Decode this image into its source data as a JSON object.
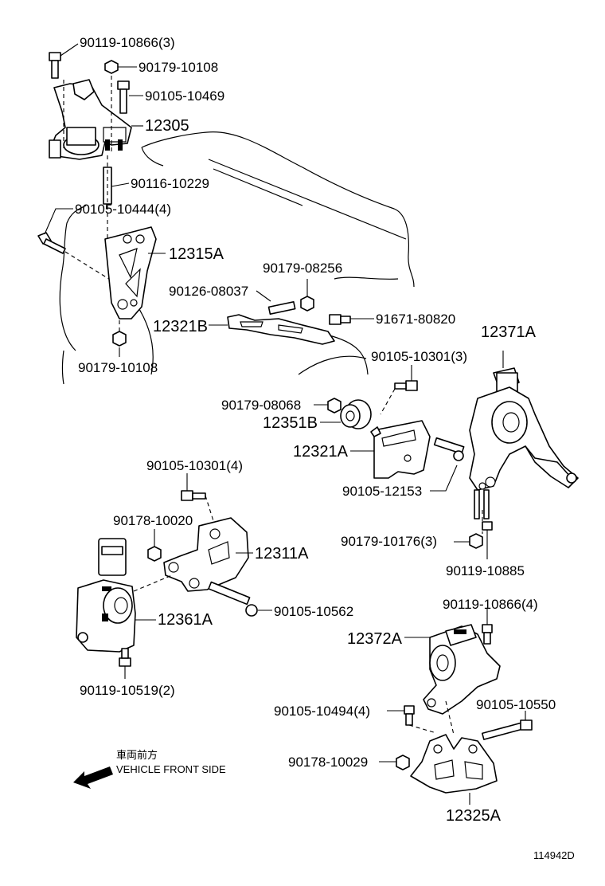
{
  "diagram_id": "114942D",
  "front_label_jp": "車両前方",
  "front_label_en": "VEHICLE FRONT SIDE",
  "parts": {
    "p_90119_10866_3": "90119-10866(3)",
    "p_90179_10108_top": "90179-10108",
    "p_90105_10469": "90105-10469",
    "p_12305": "12305",
    "p_90116_10229": "90116-10229",
    "p_90105_10444_4": "90105-10444(4)",
    "p_12315A": "12315A",
    "p_90179_08256": "90179-08256",
    "p_90126_08037": "90126-08037",
    "p_12321B": "12321B",
    "p_91671_80820": "91671-80820",
    "p_90179_10108_bottom": "90179-10108",
    "p_12371A": "12371A",
    "p_90105_10301_3": "90105-10301(3)",
    "p_90179_08068": "90179-08068",
    "p_12351B": "12351B",
    "p_12321A": "12321A",
    "p_90105_10301_4": "90105-10301(4)",
    "p_90105_12153": "90105-12153",
    "p_90178_10020": "90178-10020",
    "p_90179_10176_3": "90179-10176(3)",
    "p_12311A": "12311A",
    "p_90119_10885": "90119-10885",
    "p_12361A": "12361A",
    "p_90105_10562": "90105-10562",
    "p_90119_10866_4": "90119-10866(4)",
    "p_12372A": "12372A",
    "p_90119_10519_2": "90119-10519(2)",
    "p_90105_10494_4": "90105-10494(4)",
    "p_90105_10550": "90105-10550",
    "p_90178_10029": "90178-10029",
    "p_12325A": "12325A"
  }
}
